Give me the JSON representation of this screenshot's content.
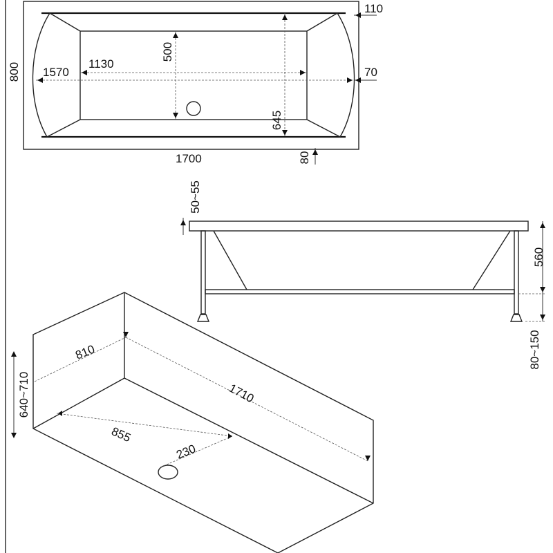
{
  "top_view": {
    "dims": {
      "d110": "110",
      "d800": "800",
      "d1570": "1570",
      "d1130": "1130",
      "d500": "500",
      "d70": "70",
      "d645": "645",
      "d1700": "1700",
      "d80": "80"
    }
  },
  "side_view": {
    "dims": {
      "d50_55": "50~55",
      "d560": "560",
      "d80_150": "80~150"
    }
  },
  "iso_view": {
    "dims": {
      "d810": "810",
      "d1710": "1710",
      "d640_710": "640~710",
      "d855": "855",
      "d230": "230"
    }
  }
}
